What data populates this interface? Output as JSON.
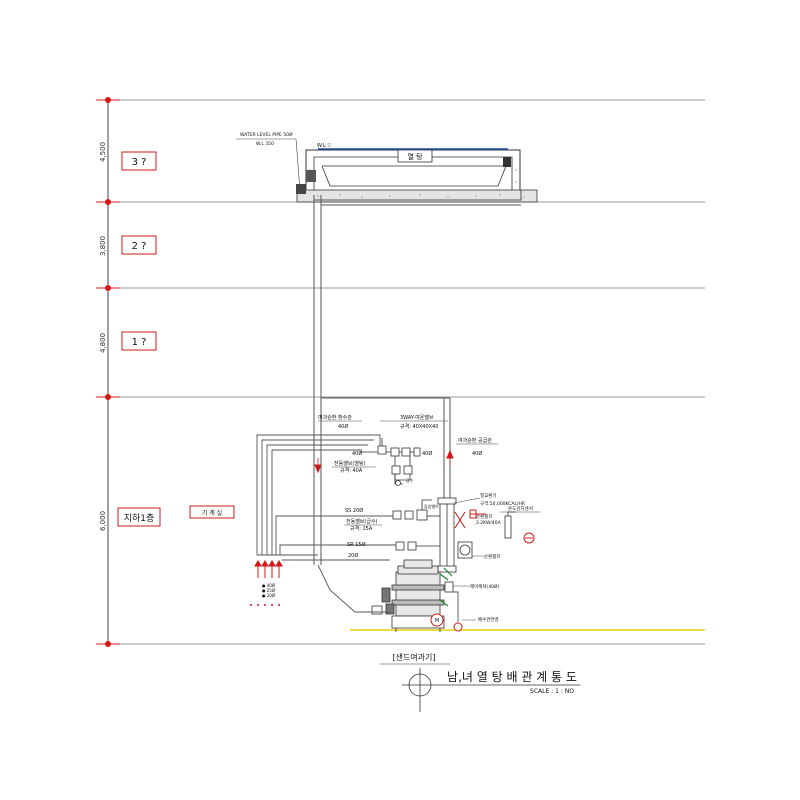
{
  "floors": [
    {
      "label": "3 ?",
      "dimension": "4,500"
    },
    {
      "label": "2 ?",
      "dimension": "3,800"
    },
    {
      "label": "1 ?",
      "dimension": "4,800"
    },
    {
      "label": "지하1층",
      "dimension": "6,000"
    }
  ],
  "tank": {
    "name": "열 탕",
    "water_level_pipe": "WATER LEVEL PIPE 50Ø",
    "water_level_sub": "W.L 350",
    "wl_mark": "W.L ▽"
  },
  "machine_room": "기 계 실",
  "pipe_labels": {
    "return_pipe": "여과순환 환수관",
    "return_size": "40Ø",
    "three_way": "3WAY-여온밸브",
    "three_way_spec": "규격: 40X40X40",
    "supply_pipe": "여과순환 공급관",
    "supply_size": "40Ø",
    "left_40": "40Ø",
    "right_40": "40Ø",
    "motor_valve": "전동밸브(열탕)",
    "motor_valve_spec": "규격: 40A",
    "small_label": "급수",
    "ss20": "SS 20Ø",
    "valve_label": "감압밸브",
    "motor_valve2": "전동밸브(급수)",
    "motor_valve2_spec": "규격: 15A",
    "sr15": "SR 15Ø",
    "d20": "20Ø",
    "heat_exchanger": "열교환기",
    "heat_exchanger_spec": "규격:50,000KCAL/HR",
    "pump_line1": "순환펌프",
    "pump_line2": "2.2KW/40A",
    "recirc_pump": "순환펌프",
    "temp_sensor": "온도감지센서",
    "hairball": "헤어캐쳐(40Ø)",
    "drain_pump": "배수관연결",
    "pump_mark": "M",
    "legend_r1": "● 40Ø",
    "legend_r2": "● 25Ø",
    "legend_r3": "● 20Ø"
  },
  "filter_label": "[샌드여과기]",
  "title": "남,녀 열 탕 배 관 계 통 도",
  "scale": "SCALE : 1 : NO"
}
